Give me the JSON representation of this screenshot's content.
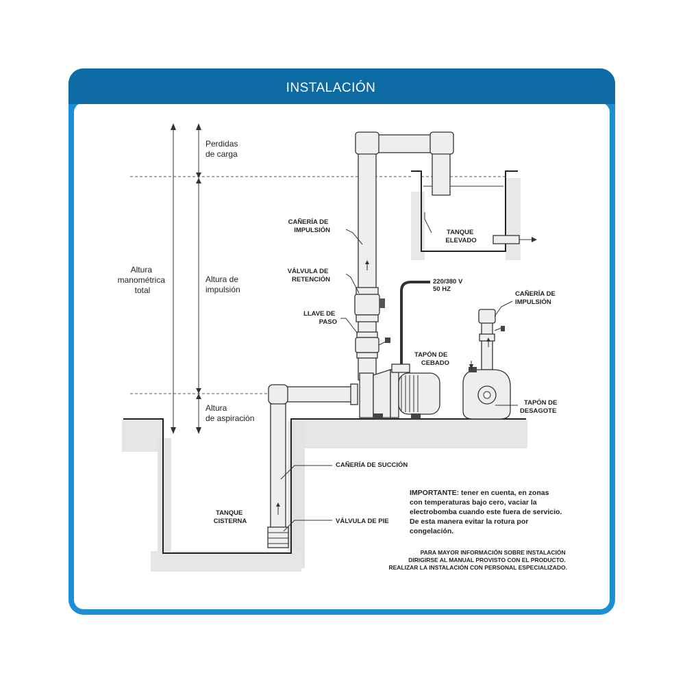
{
  "header": {
    "title": "INSTALACIÓN"
  },
  "dimensions": {
    "losses": [
      "Perdidas",
      "de carga"
    ],
    "total": [
      "Altura",
      "manométrica",
      "total"
    ],
    "discharge": [
      "Altura de",
      "impulsión"
    ],
    "suction": [
      "Altura",
      "de aspiración"
    ]
  },
  "labels": {
    "impulsion_pipe": [
      "CAÑERÍA DE",
      "IMPULSIÓN"
    ],
    "check_valve": [
      "VÁLVULA DE",
      "RETENCIÓN"
    ],
    "gate_valve": [
      "LLAVE DE",
      "PASO"
    ],
    "power": [
      "220/380 V",
      "50 HZ"
    ],
    "elevated_tank": [
      "TANQUE",
      "ELEVADO"
    ],
    "impulsion_pipe_side": [
      "CAÑERÍA DE",
      "IMPULSIÓN"
    ],
    "priming_plug": [
      "TAPÓN DE",
      "CEBADO"
    ],
    "drain_plug": [
      "TAPÓN DE",
      "DESAGOTE"
    ],
    "suction_pipe": "CAÑERÍA DE SUCCIÓN",
    "cistern": [
      "TANQUE",
      "CISTERNA"
    ],
    "foot_valve": "VÁLVULA DE PIE"
  },
  "notes": {
    "important": [
      "IMPORTANTE: tener en cuenta, en zonas",
      "con temperaturas bajo cero, vaciar la",
      "electrobomba cuando este fuera de servicio.",
      "De esta manera evitar la rotura por",
      "congelación."
    ],
    "more_info": [
      "PARA MAYOR INFORMACIÓN SOBRE INSTALACIÓN",
      "DIRIGIRSE AL MANUAL PROVISTO CON EL PRODUCTO.",
      "REALIZAR LA INSTALACIÓN CON PERSONAL ESPECIALIZADO."
    ]
  },
  "colors": {
    "frame_blue": "#1a8fd6",
    "header_blue": "#0d6aa3",
    "ground_gray": "#dcdcdc"
  }
}
